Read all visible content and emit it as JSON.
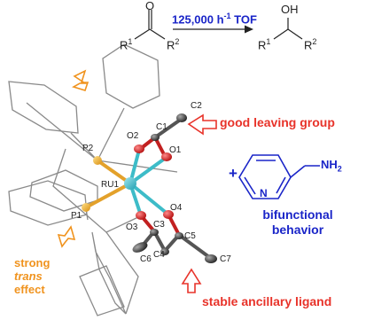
{
  "reaction": {
    "arrow_label": "125,000 h",
    "arrow_label_sup": "-1",
    "arrow_label_tail": " TOF",
    "reactant_O": "O",
    "reactant_R1": "R",
    "reactant_R1_sup": "1",
    "reactant_R2": "R",
    "reactant_R2_sup": "2",
    "product_OH": "OH",
    "product_R1": "R",
    "product_R1_sup": "1",
    "product_R2": "R",
    "product_R2_sup": "2"
  },
  "atoms": {
    "ru": "RU1",
    "p1": "P1",
    "p2": "P2",
    "o1": "O1",
    "o2": "O2",
    "o3": "O3",
    "o4": "O4",
    "c1": "C1",
    "c2": "C2",
    "c3": "C3",
    "c4": "C4",
    "c5": "C5",
    "c6": "C6",
    "c7": "C7"
  },
  "annotations": {
    "leaving_group": "good leaving group",
    "ancillary": "stable ancillary ligand",
    "trans_line1": "strong",
    "trans_line2": "trans",
    "trans_line3": "effect",
    "plus": "+",
    "pyridine_N": "N",
    "pyridine_NH2": "NH",
    "pyridine_NH2_sub": "2",
    "bifunctional_line1": "bifunctional",
    "bifunctional_line2": "behavior"
  },
  "colors": {
    "red": "#e8332a",
    "orange": "#f0931e",
    "blue": "#1a25c8",
    "ru": "#3dbcc8",
    "p": "#f2b53a",
    "o": "#d61f1f",
    "c": "#444444",
    "frame": "#8a8a8a"
  }
}
